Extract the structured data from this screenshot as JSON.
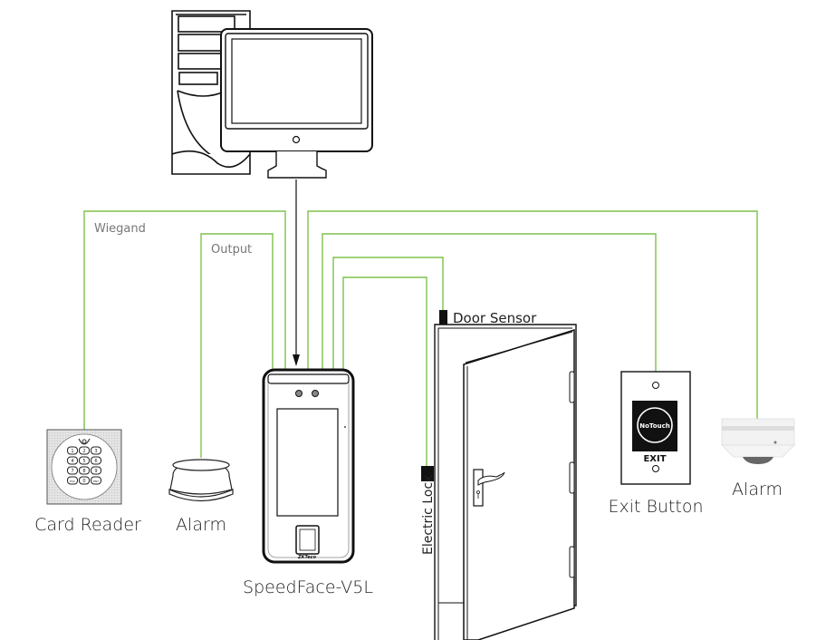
{
  "diagram": {
    "title": "SpeedFace-V5L wiring diagram",
    "wire_color": "#7dc24b",
    "labels": {
      "wiegand": "Wiegand",
      "output": "Output",
      "door_sensor": "Door Sensor",
      "electric_lock": "Electric Lock",
      "card_reader": "Card Reader",
      "alarm_left": "Alarm",
      "device": "SpeedFace-V5L",
      "exit_button": "Exit Button",
      "alarm_right": "Alarm"
    },
    "exit_button": {
      "sensor_text": "NoTouch",
      "exit_text": "EXIT"
    },
    "keypad": {
      "keys": [
        "1",
        "2",
        "3",
        "4",
        "5",
        "6",
        "7",
        "8",
        "9",
        "ESC",
        "0",
        "ENT"
      ]
    },
    "device_brand": "ZKTeco"
  }
}
